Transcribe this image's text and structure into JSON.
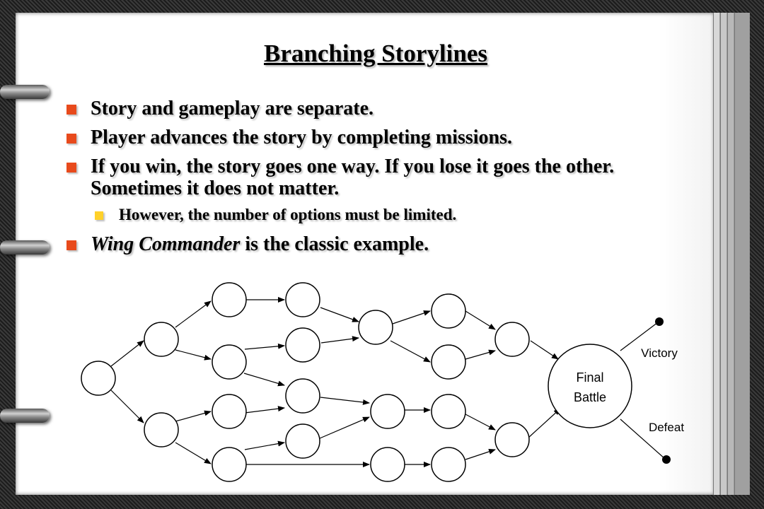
{
  "slide": {
    "title": "Branching Storylines",
    "bullets": [
      {
        "text": "Story and gameplay are separate."
      },
      {
        "text": "Player advances the story by completing missions."
      },
      {
        "text": "If you win, the story goes one way. If you lose it goes the other. Sometimes it does not matter."
      }
    ],
    "sub_bullet": "However, the number of options must be limited.",
    "last_bullet": {
      "italic_part": "Wing Commander",
      "rest": " is the classic example."
    },
    "colors": {
      "bullet_marker": "#e84a1c",
      "sub_bullet_marker": "#ffd12a"
    }
  },
  "diagram": {
    "final_node": {
      "line1": "Final",
      "line2": "Battle"
    },
    "outcomes": {
      "victory": "Victory",
      "defeat": "Defeat"
    }
  }
}
